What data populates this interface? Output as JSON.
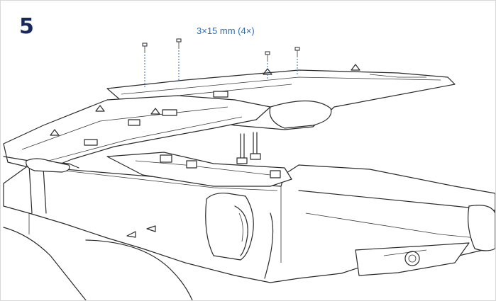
{
  "step": {
    "number": "5"
  },
  "fasteners": {
    "label": "3×15 mm (4×)",
    "count": 4
  },
  "colors": {
    "step_number": "#17295a",
    "callout": "#2b6fb2",
    "line": "#2a2a2a"
  }
}
